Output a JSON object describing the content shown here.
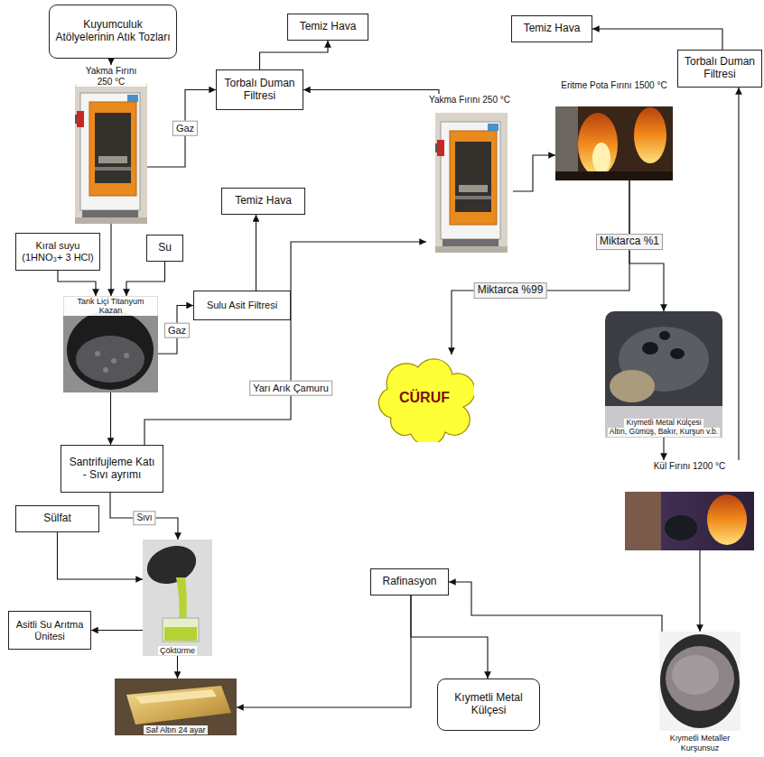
{
  "diagram": {
    "nodes": [
      {
        "text": [
          "Kuyumculuk Atölyelerinin Atık Tozları"
        ]
      },
      {
        "text": [
          "Temiz Hava"
        ]
      },
      {
        "text": [
          "Temiz Hava"
        ]
      },
      {
        "text": [
          "Torbalı Duman Filtresi"
        ]
      },
      {
        "text": [
          "Yakma Fırını 250 °C"
        ]
      },
      {
        "text": [
          "Torbalı Duman Filtresi"
        ]
      },
      {
        "text": [
          "Eritme Pota Fırını 1500 °C"
        ]
      },
      {
        "text": [
          "Yakma Fırını 250 °C"
        ]
      },
      {
        "text": [
          "Temiz Hava"
        ]
      },
      {
        "text": [
          "Kıral suyu (1HNO₃+ 3 HCl)"
        ]
      },
      {
        "text": [
          "Su"
        ]
      },
      {
        "text": [
          "Sulu Asit Filtresi"
        ]
      },
      {
        "text": [
          "Tank Liçi Titanyum Kazan"
        ]
      },
      {
        "text": [
          "Kıymetli Metal Külçesi",
          "Altın, Gümüş, Bakır, Kurşun v.b."
        ]
      },
      {
        "text": [
          "CÜRUF"
        ]
      },
      {
        "text": [
          "Santrifujleme Katı - Sıvı ayrımı"
        ]
      },
      {
        "text": [
          "Kül Fırını 1200 °C"
        ]
      },
      {
        "text": [
          "Sülfat"
        ]
      },
      {
        "text": [
          "Çöktürme"
        ]
      },
      {
        "text": [
          "Rafinasyon"
        ]
      },
      {
        "text": [
          "Asitli Su Arıtma Ünitesi"
        ]
      },
      {
        "text": [
          "Kıymetli Metaller Kurşunsuz"
        ]
      },
      {
        "text": [
          "Kıymetli Metal Külçesi"
        ]
      },
      {
        "text": [
          "Saf Altın 24 ayar"
        ]
      }
    ],
    "edges": [
      {
        "from": 0,
        "to": 4,
        "arrow": "to"
      },
      {
        "from": 4,
        "to": 5,
        "label": "Gaz",
        "arrow": "to"
      },
      {
        "from": 5,
        "to": 1,
        "arrow": "to"
      },
      {
        "from": 4,
        "to": 12,
        "arrow": "to"
      },
      {
        "from": 9,
        "to": 12,
        "arrow": "to"
      },
      {
        "from": 10,
        "to": 12,
        "arrow": "to"
      },
      {
        "from": 12,
        "to": 11,
        "label": "Gaz",
        "arrow": "to"
      },
      {
        "from": 11,
        "to": 8,
        "arrow": "to"
      },
      {
        "from": 12,
        "to": 15,
        "arrow": "to"
      },
      {
        "from": 15,
        "to": 7,
        "label": "Yarı Arık Çamuru",
        "arrow": "to"
      },
      {
        "from": 7,
        "to": 5,
        "arrow": "to"
      },
      {
        "from": 7,
        "to": 6,
        "arrow": "to"
      },
      {
        "from": 6,
        "to": 14,
        "label": "Miktarca %99",
        "arrow": "to"
      },
      {
        "from": 6,
        "to": 13,
        "label": "Miktarca %1",
        "arrow": "to"
      },
      {
        "from": 13,
        "to": 16,
        "arrow": "to"
      },
      {
        "from": 16,
        "to": 3,
        "arrow": "to"
      },
      {
        "from": 3,
        "to": 2,
        "arrow": "to"
      },
      {
        "from": 16,
        "to": 21,
        "arrow": "to"
      },
      {
        "from": 21,
        "to": 19,
        "arrow": "to"
      },
      {
        "from": 19,
        "to": 22,
        "arrow": "to"
      },
      {
        "from": 19,
        "to": 23,
        "arrow": "to"
      },
      {
        "from": 15,
        "to": 18,
        "label": "Sıvı",
        "arrow": "to"
      },
      {
        "from": 17,
        "to": 18,
        "arrow": "to"
      },
      {
        "from": 18,
        "to": 20,
        "arrow": "to"
      },
      {
        "from": 18,
        "to": 23,
        "arrow": "to"
      }
    ]
  }
}
